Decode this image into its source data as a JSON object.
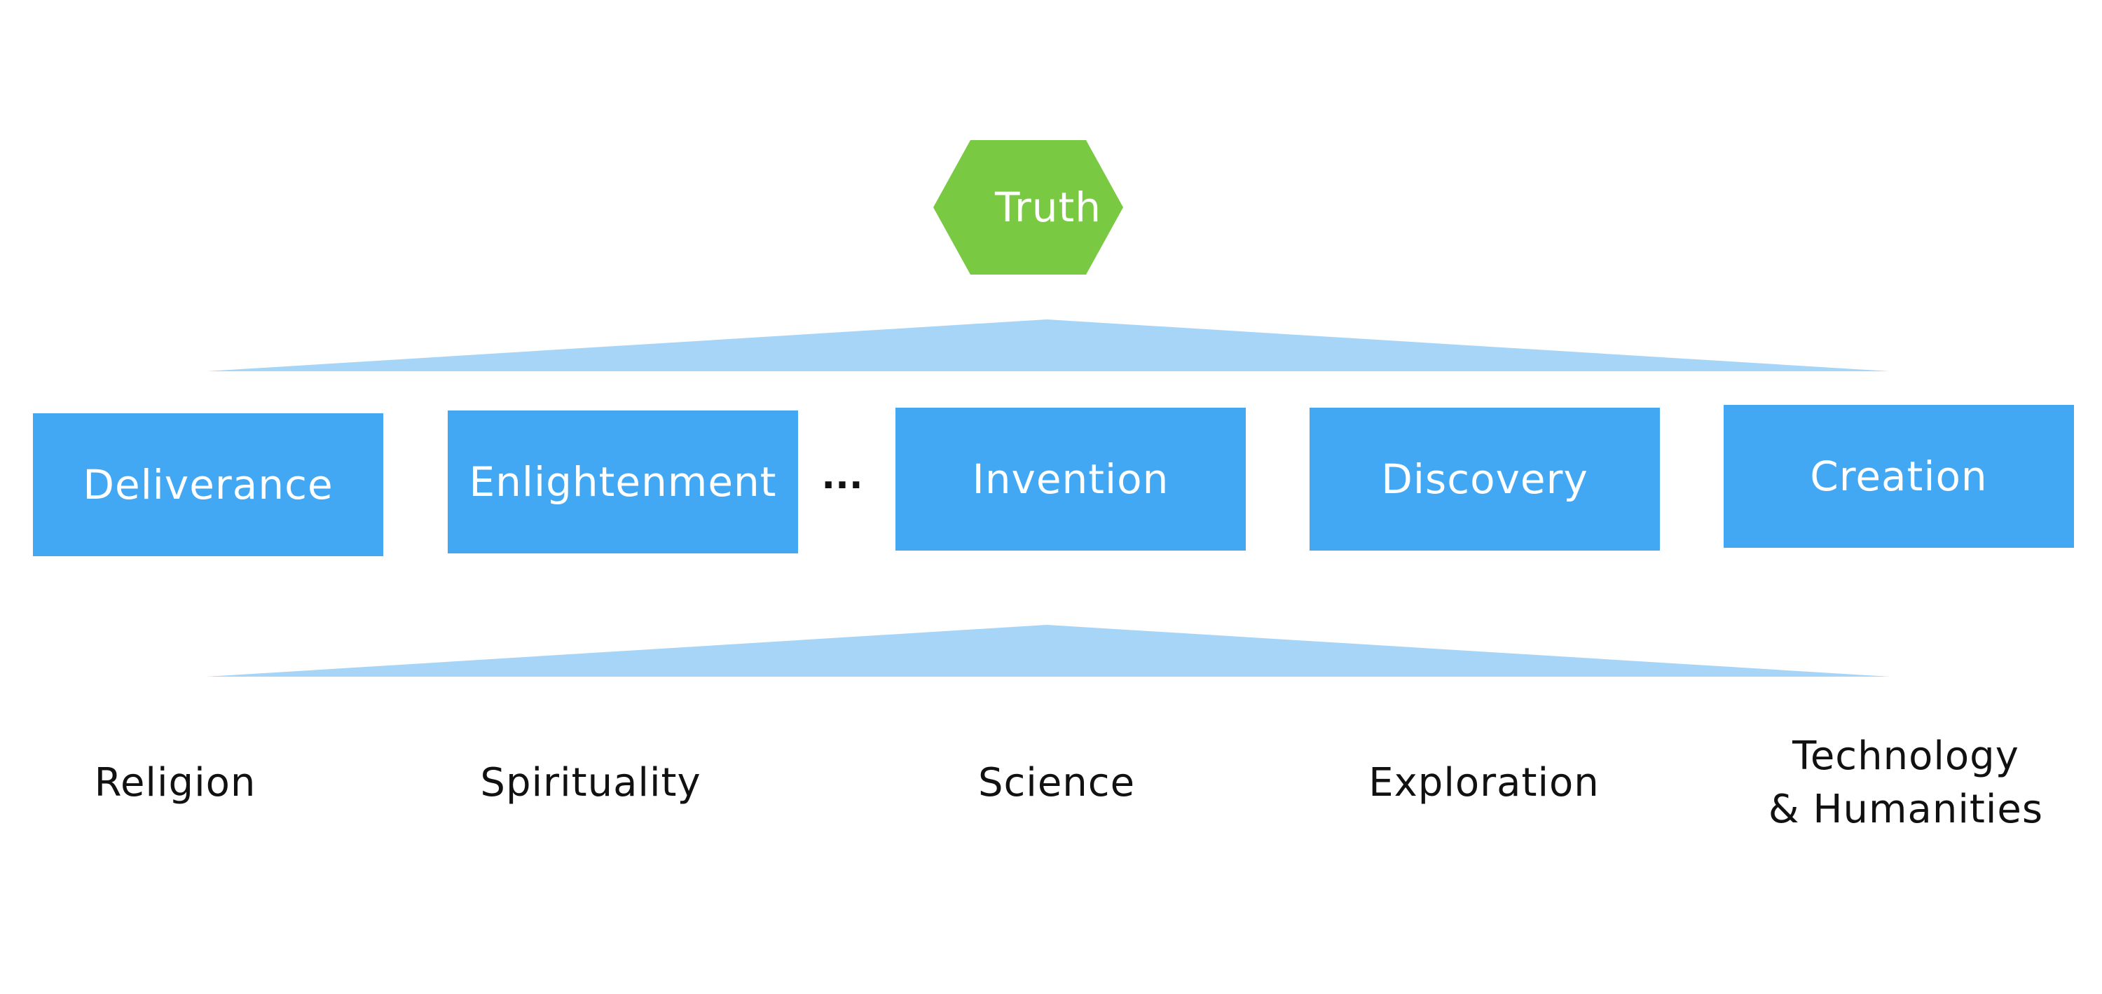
{
  "colors": {
    "truth_hex": "#7ac943",
    "box_fill": "#42a8f4",
    "wedge_fill": "#a6d5f8",
    "box_text": "#ffffff",
    "label_text": "#111111"
  },
  "truth": {
    "label": "Truth"
  },
  "ellipsis": "...",
  "boxes": [
    {
      "label": "Deliverance"
    },
    {
      "label": "Enlightenment"
    },
    {
      "label": "Invention"
    },
    {
      "label": "Discovery"
    },
    {
      "label": "Creation"
    }
  ],
  "labels": [
    {
      "line1": "Religion",
      "line2": ""
    },
    {
      "line1": "Spirituality",
      "line2": ""
    },
    {
      "line1": "Science",
      "line2": ""
    },
    {
      "line1": "Exploration",
      "line2": ""
    },
    {
      "line1": "Technology",
      "line2": "& Humanities"
    }
  ]
}
